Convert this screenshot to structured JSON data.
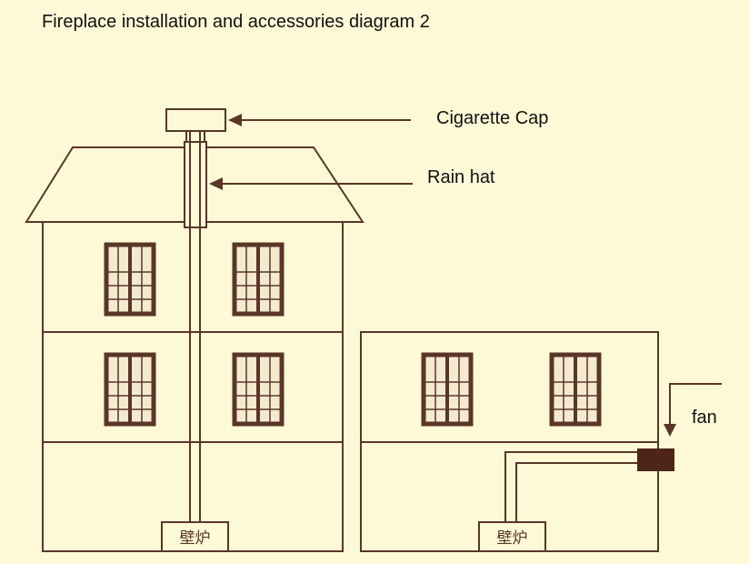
{
  "title": "Fireplace installation and accessories diagram 2",
  "labels": {
    "cigarette_cap": "Cigarette Cap",
    "rain_hat": "Rain hat",
    "fan": "fan"
  },
  "fireplace_label": "壁炉",
  "colors": {
    "background": "#fdf8d6",
    "line": "#5a3628",
    "window_fill": "#f4ead0",
    "fan_box": "#4e2618"
  }
}
